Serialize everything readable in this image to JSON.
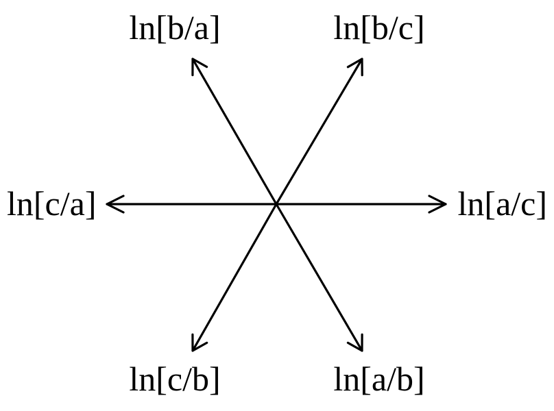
{
  "diagram": {
    "labels": {
      "b_over_a": "ln[b/a]",
      "b_over_c": "ln[b/c]",
      "c_over_a": "ln[c/a]",
      "a_over_c": "ln[a/c]",
      "c_over_b": "ln[c/b]",
      "a_over_b": "ln[a/b]"
    },
    "stroke_color": "#000000",
    "background_color": "#ffffff"
  }
}
